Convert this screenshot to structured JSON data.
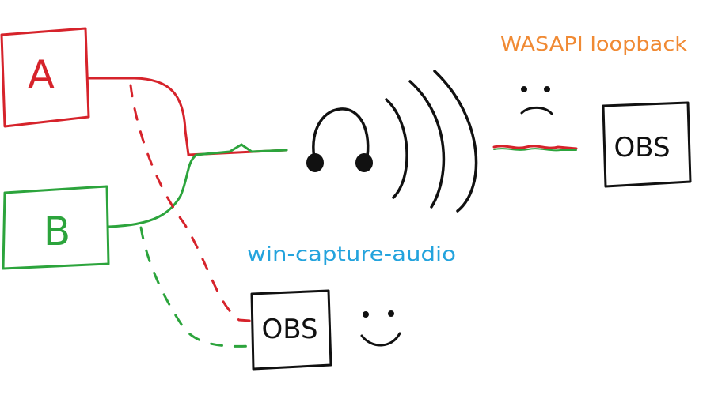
{
  "labels": {
    "source_a": "A",
    "source_b": "B",
    "obs_top": "OBS",
    "obs_bottom": "OBS",
    "wasapi_caption": "WASAPI loopback",
    "wincap_caption": "win-capture-audio"
  },
  "faces": {
    "top": "sad",
    "bottom": "happy"
  },
  "icons": {
    "headphones": "headphones-icon",
    "sound_waves": "sound-waves-icon"
  },
  "colors": {
    "source_a": "#d6232b",
    "source_b": "#2ca43c",
    "obs_box": "#111111",
    "wasapi_caption": "#f08a34",
    "wincap_caption": "#23a3dd",
    "sketch": "#111111"
  }
}
